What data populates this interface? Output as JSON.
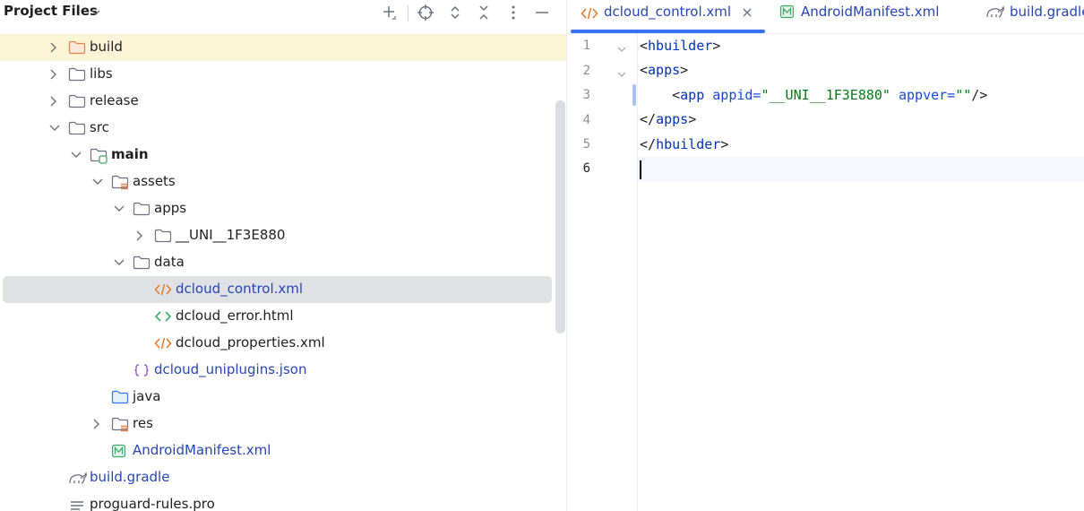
{
  "panel": {
    "title": "Project Files",
    "toolbar": [
      "add-icon",
      "locate-icon",
      "expand-all-icon",
      "collapse-all-icon",
      "more-icon",
      "hide-icon"
    ]
  },
  "tree": [
    {
      "label": "build",
      "icon": "folder-orange-icon"
    },
    {
      "label": "libs",
      "icon": "folder-icon"
    },
    {
      "label": "release",
      "icon": "folder-icon"
    },
    {
      "label": "src",
      "icon": "folder-icon"
    },
    {
      "label": "main",
      "icon": "source-folder-icon"
    },
    {
      "label": "assets",
      "icon": "resources-folder-icon"
    },
    {
      "label": "apps",
      "icon": "folder-icon"
    },
    {
      "label": "__UNI__1F3E880",
      "icon": "folder-icon"
    },
    {
      "label": "data",
      "icon": "folder-icon"
    },
    {
      "label": "dcloud_control.xml",
      "icon": "xml-file-icon"
    },
    {
      "label": "dcloud_error.html",
      "icon": "html-file-icon"
    },
    {
      "label": "dcloud_properties.xml",
      "icon": "xml-file-icon"
    },
    {
      "label": "dcloud_uniplugins.json",
      "icon": "json-file-icon"
    },
    {
      "label": "java",
      "icon": "java-folder-icon"
    },
    {
      "label": "res",
      "icon": "resources-folder-icon"
    },
    {
      "label": "AndroidManifest.xml",
      "icon": "manifest-file-icon"
    },
    {
      "label": "build.gradle",
      "icon": "gradle-file-icon"
    },
    {
      "label": "proguard-rules.pro",
      "icon": "text-file-icon"
    }
  ],
  "tabs": [
    {
      "label": "dcloud_control.xml",
      "icon": "xml-file-icon",
      "active": true
    },
    {
      "label": "AndroidManifest.xml",
      "icon": "manifest-file-icon",
      "active": false
    },
    {
      "label": "build.gradle",
      "icon": "gradle-file-icon",
      "active": false
    }
  ],
  "editor": {
    "line_numbers": [
      "1",
      "2",
      "3",
      "4",
      "5",
      "6"
    ],
    "code": {
      "l1_open": "<",
      "l1_tag": "hbuilder",
      "l1_close": ">",
      "l2_open": "<",
      "l2_tag": "apps",
      "l2_close": ">",
      "l3_indent": "    ",
      "l3_open": "<",
      "l3_tag": "app",
      "l3_attr1": " appid=",
      "l3_val1": "\"__UNI__1F3E880\"",
      "l3_attr2": " appver=",
      "l3_val2": "\"\"",
      "l3_close": "/>",
      "l4_open": "</",
      "l4_tag": "apps",
      "l4_close": ">",
      "l5_open": "</",
      "l5_tag": "hbuilder",
      "l5_close": ">"
    }
  },
  "colors": {
    "accent": "#3574f0",
    "selected_folder_bg": "#fcf4d6",
    "selected_file_bg": "#dfe1e5",
    "link_text": "#2745b3"
  }
}
